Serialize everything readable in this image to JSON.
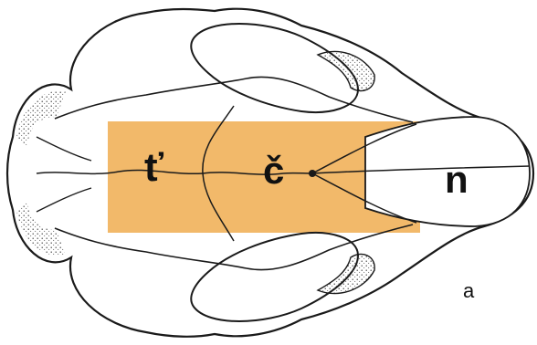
{
  "labels": {
    "parietal": "ť",
    "frontal": "č",
    "nasal": "n",
    "panel": "a"
  },
  "colors": {
    "highlight": "#f2b96a",
    "outline": "#1a1a1a",
    "background": "#ffffff",
    "stipple": "#3a3a3a"
  }
}
